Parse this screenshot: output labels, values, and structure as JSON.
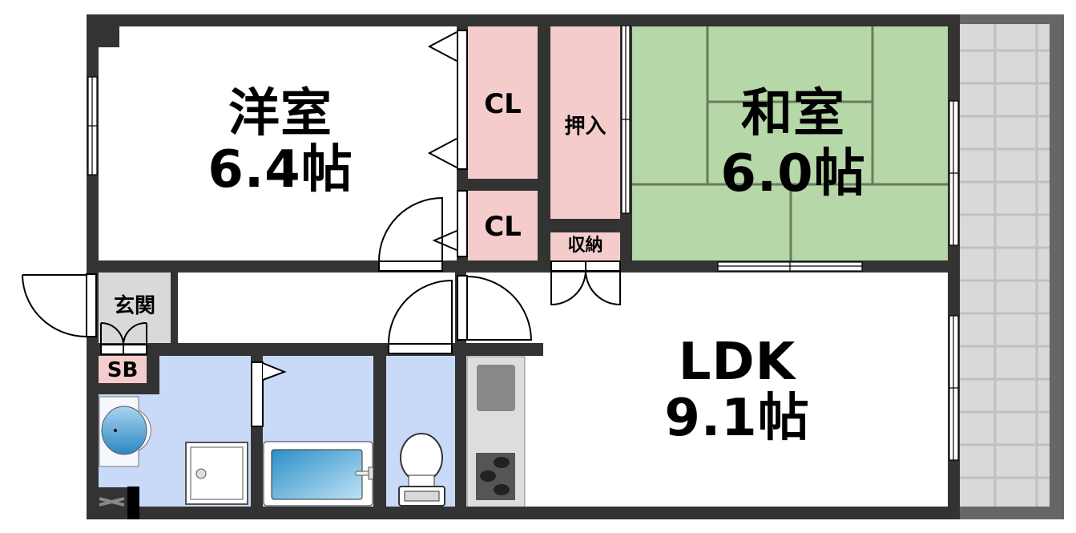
{
  "floorplan": {
    "colors": {
      "wall": "#333333",
      "western_room": "#ffffff",
      "closet": "#f4cccc",
      "tatami": "#b6d7a8",
      "tatami_seam": "#5a6e50",
      "wet_area": "#c9daf8",
      "entrance": "#d9d9d9",
      "balcony": "#d9d9d9",
      "balcony_rail": "#666666",
      "kitchen_counter": "#dddddd"
    },
    "rooms": {
      "western": {
        "name": "洋室",
        "size": "6.4帖"
      },
      "japanese": {
        "name": "和室",
        "size": "6.0帖"
      },
      "ldk": {
        "name": "LDK",
        "size": "9.1帖"
      },
      "closet_upper": {
        "name": "CL"
      },
      "closet_lower": {
        "name": "CL"
      },
      "oshiire": {
        "name": "押入"
      },
      "storage": {
        "name": "収納"
      },
      "entrance": {
        "name": "玄関"
      },
      "shoe_box": {
        "name": "SB"
      }
    },
    "fixtures": [
      "washbasin",
      "washing-machine-pan",
      "bathtub",
      "toilet",
      "kitchen-sink",
      "stove"
    ]
  }
}
